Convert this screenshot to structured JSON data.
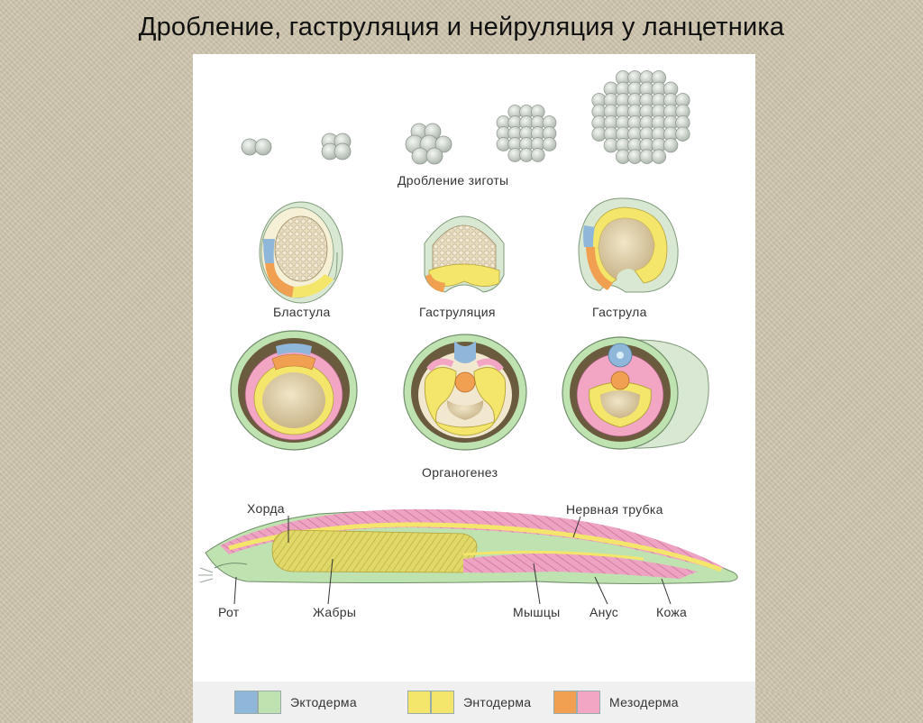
{
  "title": "Дробление, гаструляция и нейруляция у ланцетника",
  "labels": {
    "cleavage": "Дробление зиготы",
    "blastula": "Бластула",
    "gastrulation": "Гаструляция",
    "gastrula": "Гаструла",
    "organogenesis": "Органогенез"
  },
  "anatomy": {
    "chord": "Хорда",
    "neural_tube": "Нервная трубка",
    "mouth": "Рот",
    "gills": "Жабры",
    "muscles": "Мышцы",
    "anus": "Анус",
    "skin": "Кожа"
  },
  "legend": [
    {
      "label": "Эктодерма",
      "colors": [
        "#8fb7d9",
        "#bfe3b0"
      ]
    },
    {
      "label": "Энтодерма",
      "colors": [
        "#f4e66a",
        "#f4e66a"
      ]
    },
    {
      "label": "Мезодерма",
      "colors": [
        "#f0a050",
        "#f2a6c4"
      ]
    }
  ],
  "colors": {
    "ectoderm_blue": "#8fb7d9",
    "ectoderm_green": "#bfe3b0",
    "endoderm": "#f4e66a",
    "mesoderm_orange": "#f0a050",
    "mesoderm_pink": "#f2a6c4",
    "cell_gray": "#cfd6cf"
  }
}
